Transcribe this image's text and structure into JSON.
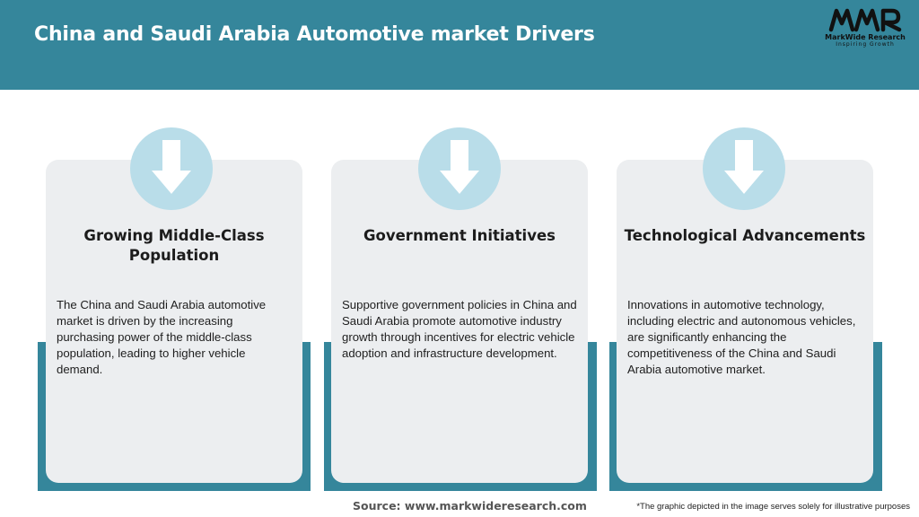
{
  "header": {
    "title": "China and Saudi Arabia Automotive market Drivers",
    "background_color": "#35869b"
  },
  "logo": {
    "mark": "MWR",
    "name": "MarkWide Research",
    "tagline": "Inspiring Growth"
  },
  "cards": [
    {
      "icon": "arrow-down-icon",
      "title": "Growing Middle-Class Population",
      "text": "The China and Saudi Arabia automotive market is driven by the increasing purchasing power of the middle-class population, leading to higher vehicle demand."
    },
    {
      "icon": "arrow-down-icon",
      "title": "Government Initiatives",
      "text": "Supportive government policies in China and Saudi Arabia promote automotive industry growth through incentives for electric vehicle adoption and infrastructure development."
    },
    {
      "icon": "arrow-down-icon",
      "title": "Technological Advancements",
      "text": "Innovations in automotive technology, including electric and autonomous vehicles, are significantly enhancing the competitiveness of the China and Saudi Arabia automotive market."
    }
  ],
  "footer": {
    "source": "Source: www.markwideresearch.com",
    "disclaimer": "*The graphic depicted in the image serves solely for illustrative purposes"
  },
  "colors": {
    "accent": "#35869b",
    "card_background": "#eceef0",
    "icon_circle": "#b9dde9"
  }
}
